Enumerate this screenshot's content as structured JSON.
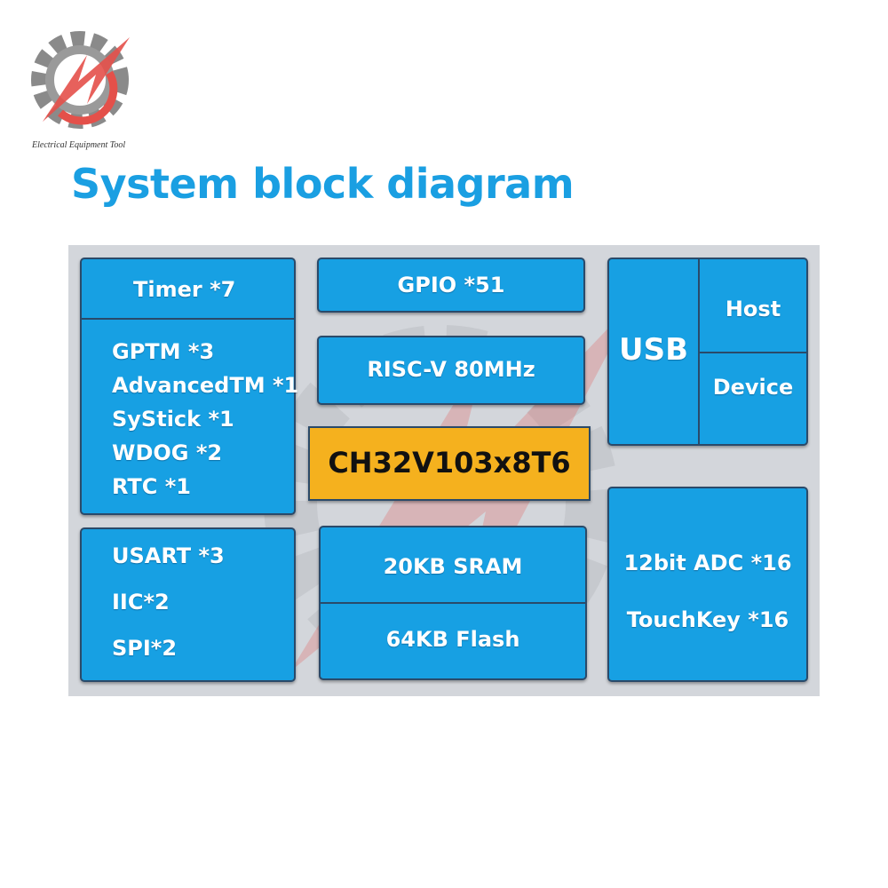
{
  "logo": {
    "caption": "Electrical Equipment Tool"
  },
  "heading": "System block diagram",
  "colors": {
    "block": "#17a0e3",
    "chip": "#f5b11e",
    "heading": "#1a9fe2"
  },
  "blocks": {
    "timer": {
      "title": "Timer *7",
      "items": [
        "GPTM *3",
        "AdvancedTM *1",
        "SyStick  *1",
        "WDOG *2",
        "RTC *1"
      ]
    },
    "comm": {
      "items": [
        "USART *3",
        "IIC*2",
        "SPI*2"
      ]
    },
    "gpio": "GPIO *51",
    "core": "RISC-V  80MHz",
    "chip": "CH32V103x8T6",
    "memory": {
      "sram": "20KB SRAM",
      "flash": "64KB Flash"
    },
    "usb": {
      "label": "USB",
      "host": "Host",
      "device": "Device"
    },
    "analog": {
      "adc": "12bit ADC *16",
      "touch": "TouchKey *16"
    }
  }
}
